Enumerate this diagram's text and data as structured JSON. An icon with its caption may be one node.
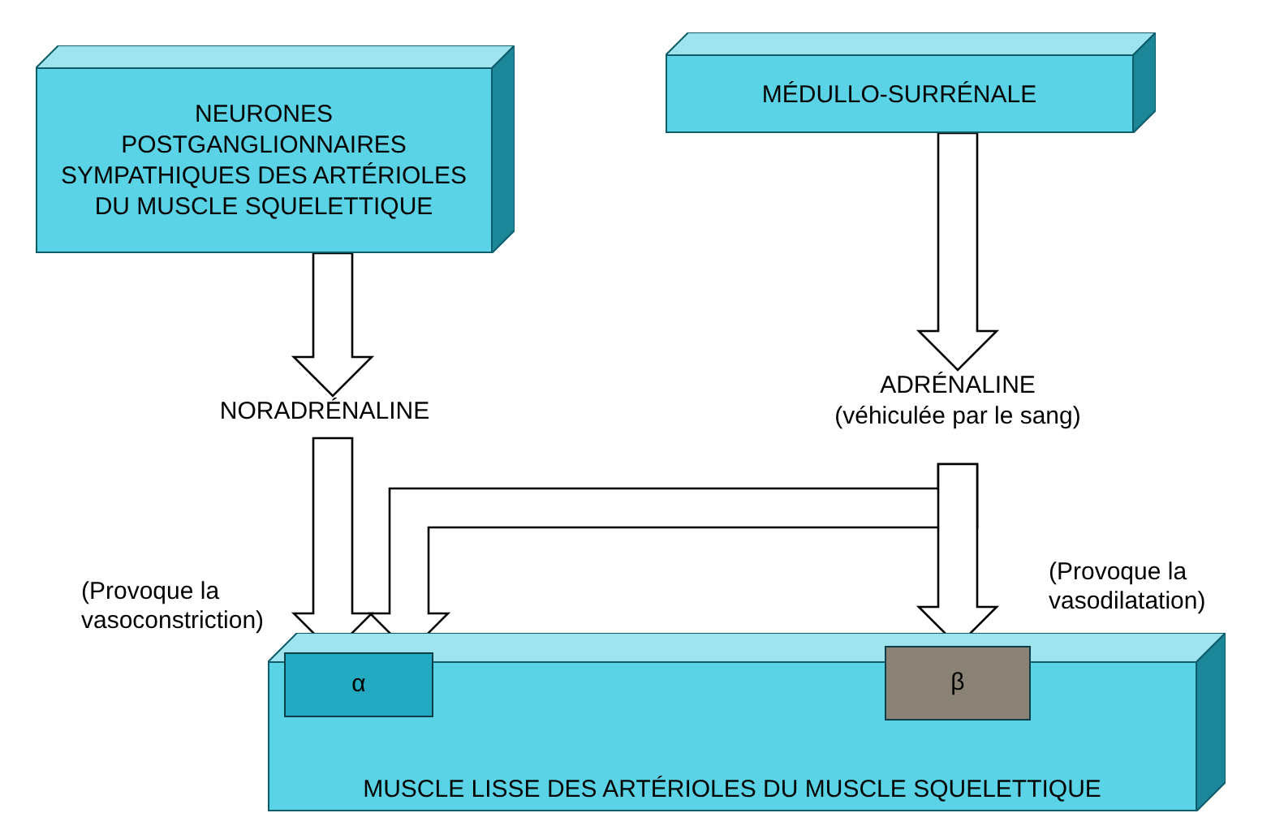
{
  "diagram": {
    "nodes": [
      {
        "text": [
          "NEURONES POSTGANGLIONNAIRES SYMPATHIQUES DES ARTÉRIOLES DU MUSCLE SQUELETTIQUE"
        ]
      },
      {
        "text": [
          "MÉDULLO-SURRÉNALE"
        ]
      },
      {
        "text": [
          "NORADRÉNALINE"
        ]
      },
      {
        "text": [
          "ADRÉNALINE",
          "(véhiculée par le sang)"
        ]
      },
      {
        "text": [
          "MUSCLE LISSE DES ARTÉRIOLES DU MUSCLE SQUELETTIQUE"
        ]
      },
      {
        "text": [
          "α"
        ],
        "in": 4,
        "beside": [
          "(Provoque la vasoconstriction)"
        ]
      },
      {
        "text": [
          "β"
        ],
        "in": 4,
        "beside": [
          "(Provoque la vasodilatation)"
        ]
      }
    ],
    "edges": [
      {
        "from": 0,
        "to": 2,
        "arrow": "to",
        "style": "thick"
      },
      {
        "from": 1,
        "to": 3,
        "arrow": "to",
        "style": "thick"
      },
      {
        "from": 2,
        "to": 5,
        "arrow": "to",
        "style": "thick"
      },
      {
        "from": 3,
        "to": 5,
        "arrow": "to",
        "style": "thick"
      },
      {
        "from": 3,
        "to": 6,
        "arrow": "to",
        "style": "thick"
      }
    ]
  }
}
